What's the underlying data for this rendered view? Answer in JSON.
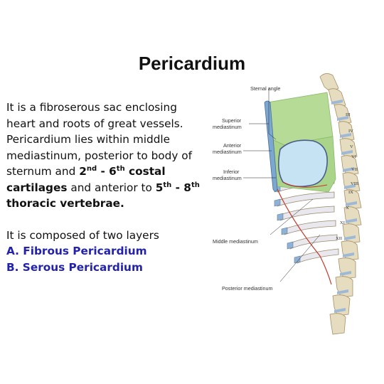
{
  "slide": {
    "title": "Pericardium",
    "para1": {
      "l1": "It is a fibroserous sac enclosing",
      "l2": "heart and roots of great vessels.",
      "l3": "Pericardium lies within middle",
      "l4": "mediastinum, posterior to body of",
      "l5a": "sternum and ",
      "l5b": "2",
      "l5c": "nd",
      "l5d": " - 6",
      "l5e": "th",
      "l5f": " costal",
      "l6a": "cartilages",
      "l6b": " and anterior to ",
      "l6c": "5",
      "l6d": "th",
      "l6e": " - 8",
      "l6f": "th",
      "l7": "thoracic vertebrae."
    },
    "para2": {
      "intro": "It is composed of two layers",
      "a": "A. Fibrous Pericardium",
      "b": "B. Serous Pericardium"
    }
  },
  "figure": {
    "labels": {
      "sternal_angle": "Sternal angle",
      "superior_1": "Superior",
      "superior_2": "mediastinum",
      "anterior_1": "Anterior",
      "anterior_2": "mediastinum",
      "inferior_1": "Inferior",
      "inferior_2": "mediastinum",
      "middle": "Middle mediastinum",
      "posterior": "Posterior mediastinum"
    },
    "vertebrae": [
      "III",
      "IV",
      "V",
      "VI",
      "VII",
      "VIII",
      "IX",
      "X",
      "XI",
      "XII"
    ]
  }
}
